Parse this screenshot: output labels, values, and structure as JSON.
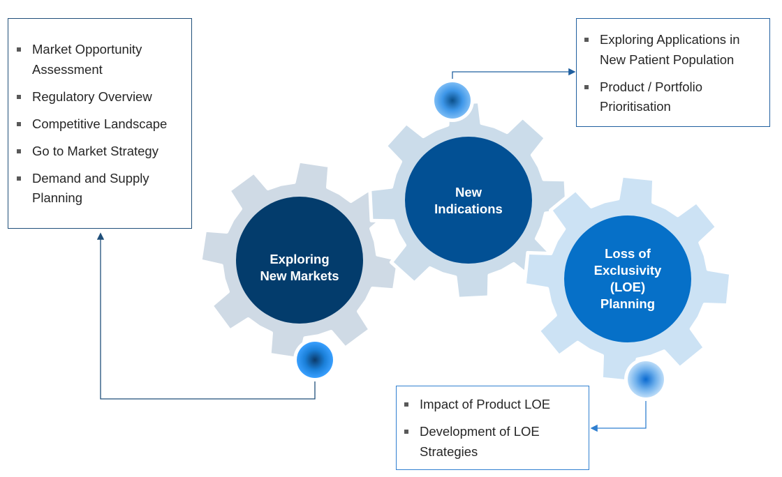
{
  "diagram": {
    "gears": [
      {
        "id": "exploring-new-markets",
        "label_lines": [
          "Exploring",
          "New Markets"
        ],
        "gear_color": "#cfdae5",
        "hub_color": "#033c6c"
      },
      {
        "id": "new-indications",
        "label_lines": [
          "New",
          "Indications"
        ],
        "gear_color": "#cbdcea",
        "hub_color": "#025094"
      },
      {
        "id": "loe-planning",
        "label_lines": [
          "Loss of",
          "Exclusivity",
          "(LOE)",
          "Planning"
        ],
        "gear_color": "#cce2f4",
        "hub_color": "#0670c8"
      }
    ],
    "boxes": {
      "markets": {
        "items": [
          "Market Opportunity Assessment",
          "Regulatory Overview",
          "Competitive Landscape",
          "Go to Market Strategy",
          "Demand and Supply Planning"
        ]
      },
      "indications": {
        "items": [
          "Exploring Applications in New Patient Population",
          "Product / Portfolio Prioritisation"
        ]
      },
      "loe": {
        "items": [
          "Impact of Product LOE",
          "Development of LOE Strategies"
        ]
      }
    },
    "colors": {
      "connector_dark": "#1f4e79",
      "connector_mid": "#1f5f9f",
      "connector_light": "#2f7fd0"
    }
  }
}
